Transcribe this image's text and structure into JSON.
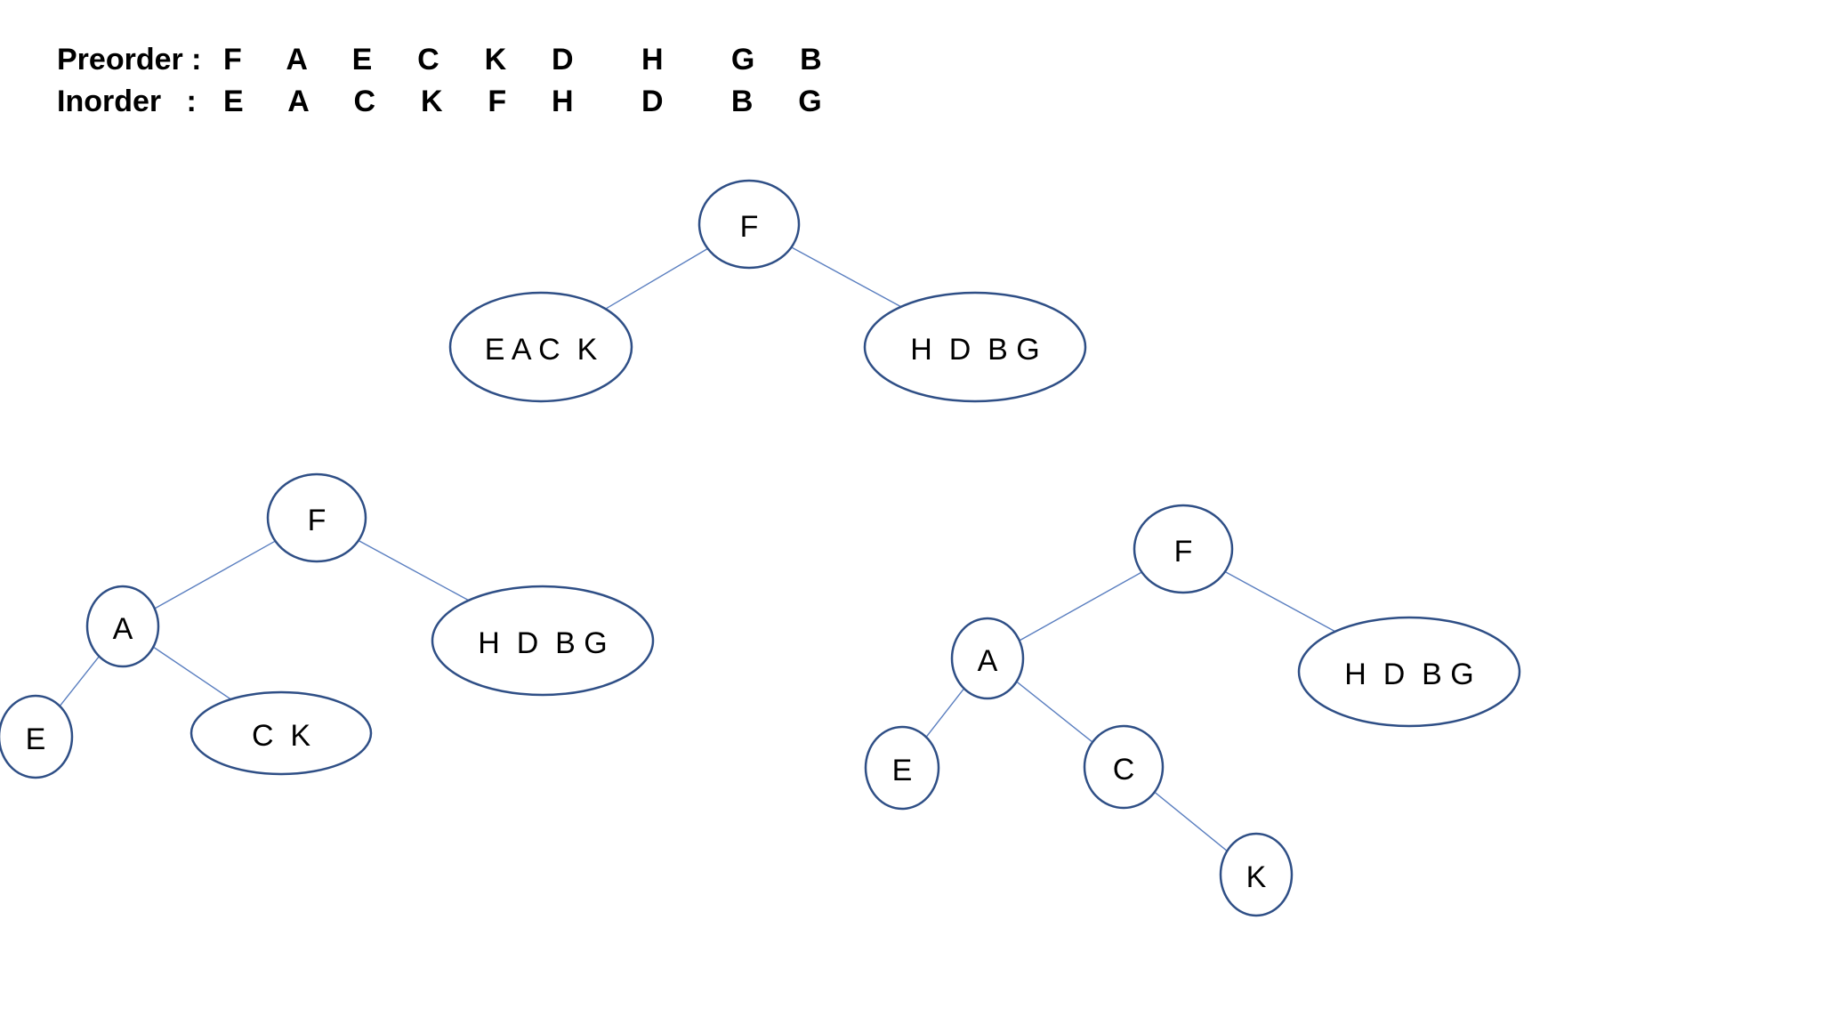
{
  "traversals": {
    "preorder": {
      "label": "Preorder :",
      "sequence": "F  A  E  C  K  D   H   G  B"
    },
    "inorder": {
      "label": "Inorder   :",
      "sequence": "E  A  C  K  F  H   D   B  G"
    }
  },
  "trees": [
    {
      "id": "step-1",
      "nodes": [
        {
          "id": "t1-F",
          "label": "F"
        },
        {
          "id": "t1-left",
          "label": "E A C  K"
        },
        {
          "id": "t1-right",
          "label": "H  D  B G"
        }
      ],
      "edges": [
        [
          "t1-F",
          "t1-left"
        ],
        [
          "t1-F",
          "t1-right"
        ]
      ]
    },
    {
      "id": "step-2",
      "nodes": [
        {
          "id": "t2-F",
          "label": "F"
        },
        {
          "id": "t2-A",
          "label": "A"
        },
        {
          "id": "t2-right",
          "label": "H  D  B G"
        },
        {
          "id": "t2-E",
          "label": "E"
        },
        {
          "id": "t2-CK",
          "label": "C  K"
        }
      ],
      "edges": [
        [
          "t2-F",
          "t2-A"
        ],
        [
          "t2-F",
          "t2-right"
        ],
        [
          "t2-A",
          "t2-E"
        ],
        [
          "t2-A",
          "t2-CK"
        ]
      ]
    },
    {
      "id": "step-3",
      "nodes": [
        {
          "id": "t3-F",
          "label": "F"
        },
        {
          "id": "t3-A",
          "label": "A"
        },
        {
          "id": "t3-right",
          "label": "H  D  B G"
        },
        {
          "id": "t3-E",
          "label": "E"
        },
        {
          "id": "t3-C",
          "label": "C"
        },
        {
          "id": "t3-K",
          "label": "K"
        }
      ],
      "edges": [
        [
          "t3-F",
          "t3-A"
        ],
        [
          "t3-F",
          "t3-right"
        ],
        [
          "t3-A",
          "t3-E"
        ],
        [
          "t3-A",
          "t3-C"
        ],
        [
          "t3-C",
          "t3-K"
        ]
      ]
    }
  ]
}
